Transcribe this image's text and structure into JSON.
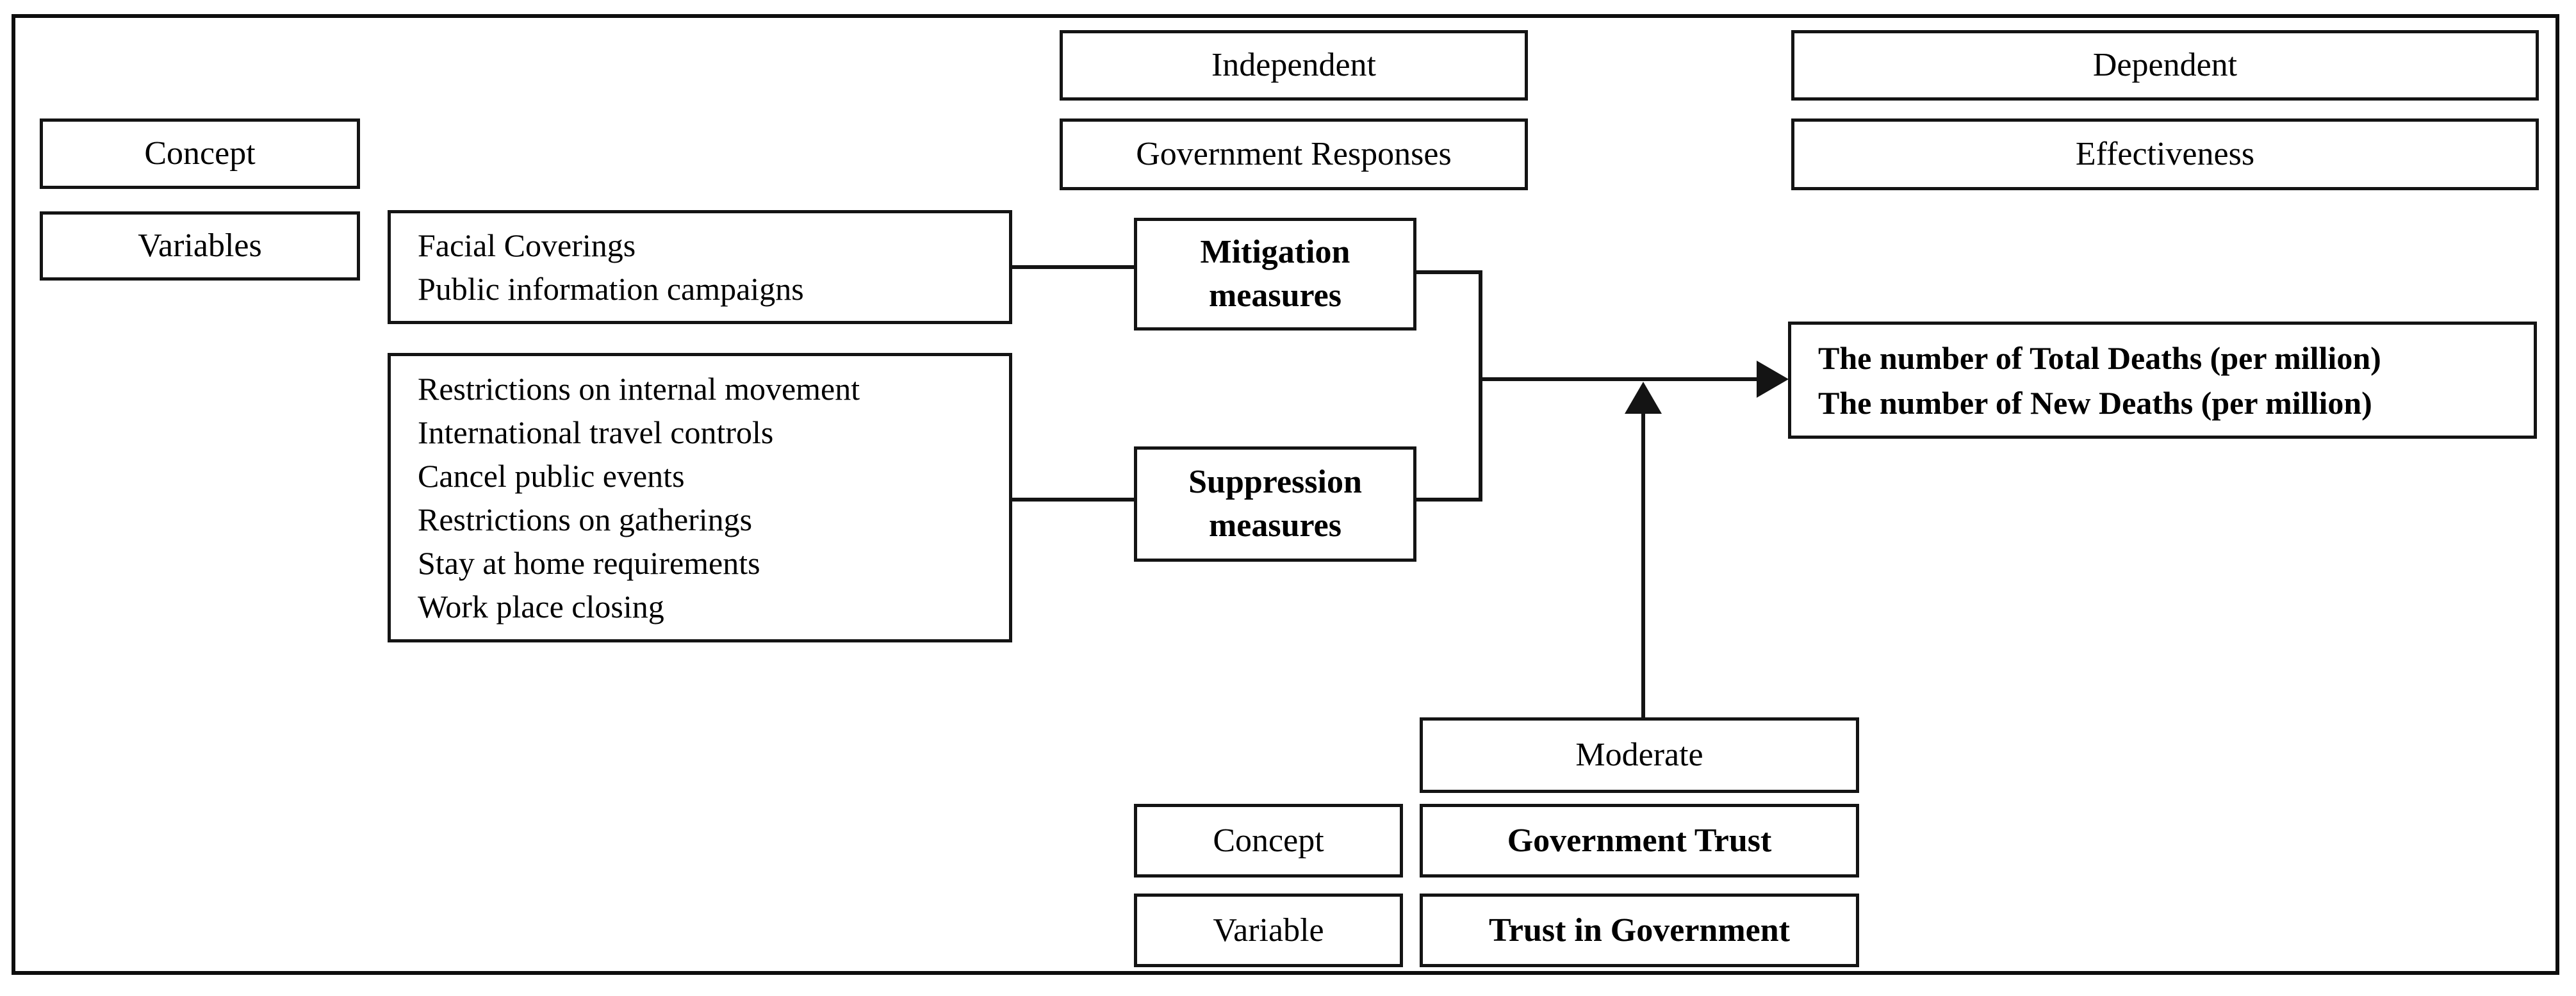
{
  "colors": {
    "line": "#141414",
    "background": "#ffffff",
    "text": "#000000"
  },
  "header": {
    "independent_label": "Independent",
    "government_responses_label": "Government Responses",
    "dependent_label": "Dependent",
    "effectiveness_label": "Effectiveness"
  },
  "left_labels": {
    "concept": "Concept",
    "variables": "Variables"
  },
  "mitigation_box": {
    "line1": "Mitigation",
    "line2": "measures"
  },
  "suppression_box": {
    "line1": "Suppression",
    "line2": "measures"
  },
  "mitigation_variables": [
    "Facial Coverings",
    "Public information campaigns"
  ],
  "suppression_variables": [
    "Restrictions on internal movement",
    "International travel controls",
    "Cancel public events",
    "Restrictions on gatherings",
    "Stay at home requirements",
    "Work place closing"
  ],
  "dependent_variables": [
    "The number of Total Deaths (per million)",
    "The number of New Deaths (per million)"
  ],
  "moderator": {
    "moderate_label": "Moderate",
    "concept_label": "Concept",
    "concept_value": "Government Trust",
    "variable_label": "Variable",
    "variable_value": "Trust in Government"
  }
}
